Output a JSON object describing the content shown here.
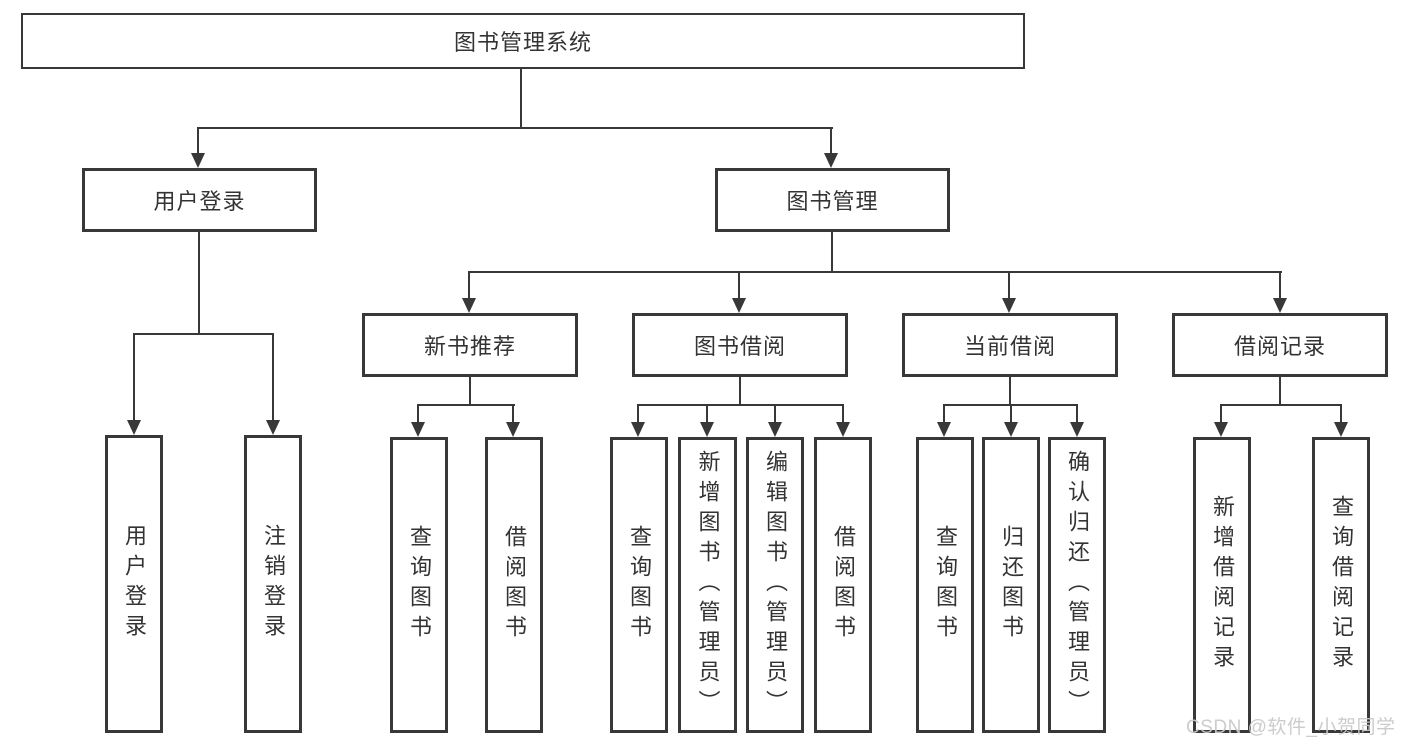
{
  "tree": {
    "root": "图书管理系统",
    "branches": [
      {
        "label": "用户登录",
        "leaves": [
          "用户登录",
          "注销登录"
        ]
      },
      {
        "label": "图书管理",
        "groups": [
          {
            "label": "新书推荐",
            "leaves": [
              "查询图书",
              "借阅图书"
            ]
          },
          {
            "label": "图书借阅",
            "leaves": [
              "查询图书",
              "新增图书（管理员）",
              "编辑图书（管理员）",
              "借阅图书"
            ]
          },
          {
            "label": "当前借阅",
            "leaves": [
              "查询图书",
              "归还图书",
              "确认归还（管理员）"
            ]
          },
          {
            "label": "借阅记录",
            "leaves": [
              "新增借阅记录",
              "查询借阅记录"
            ]
          }
        ]
      }
    ]
  },
  "watermark": {
    "text": "CSDN @软件_小贺同学"
  },
  "colors": {
    "line": "#383838",
    "text": "#333333",
    "background": "#ffffff",
    "watermark": "#c9c9c9"
  }
}
